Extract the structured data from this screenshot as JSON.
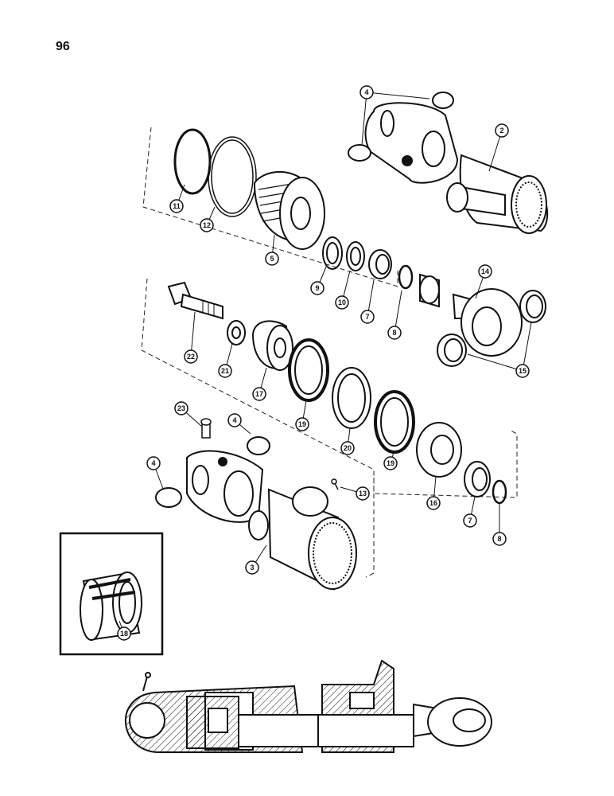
{
  "page": {
    "number": "96"
  },
  "callouts": [
    {
      "id": "c4a",
      "label": "4"
    },
    {
      "id": "c2",
      "label": "2"
    },
    {
      "id": "c11",
      "label": "11"
    },
    {
      "id": "c12",
      "label": "12"
    },
    {
      "id": "c5",
      "label": "5"
    },
    {
      "id": "c9",
      "label": "9"
    },
    {
      "id": "c10",
      "label": "10"
    },
    {
      "id": "c7a",
      "label": "7"
    },
    {
      "id": "c8a",
      "label": "8"
    },
    {
      "id": "c14",
      "label": "14"
    },
    {
      "id": "c15",
      "label": "15"
    },
    {
      "id": "c22",
      "label": "22"
    },
    {
      "id": "c21",
      "label": "21"
    },
    {
      "id": "c17",
      "label": "17"
    },
    {
      "id": "c19a",
      "label": "19"
    },
    {
      "id": "c20",
      "label": "20"
    },
    {
      "id": "c19b",
      "label": "19"
    },
    {
      "id": "c16",
      "label": "16"
    },
    {
      "id": "c7b",
      "label": "7"
    },
    {
      "id": "c8b",
      "label": "8"
    },
    {
      "id": "c23",
      "label": "23"
    },
    {
      "id": "c4b",
      "label": "4"
    },
    {
      "id": "c4c",
      "label": "4"
    },
    {
      "id": "c13",
      "label": "13"
    },
    {
      "id": "c3",
      "label": "3"
    },
    {
      "id": "c18",
      "label": "18"
    }
  ]
}
